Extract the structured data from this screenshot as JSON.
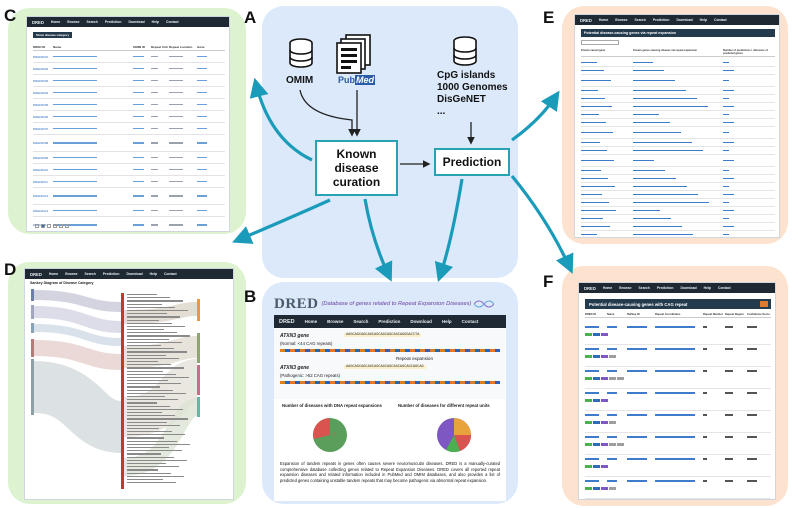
{
  "panels": {
    "A": "A",
    "B": "B",
    "C": "C",
    "D": "D",
    "E": "E",
    "F": "F"
  },
  "sources": {
    "omim": "OMIM",
    "pubmed_pub": "Pub",
    "pubmed_med": "Med",
    "other_lines": [
      "CpG islands",
      "1000 Genomes",
      "DisGeNET"
    ],
    "ellipsis": "..."
  },
  "boxes": {
    "curation": [
      "Known",
      "disease",
      "curation"
    ],
    "prediction": "Prediction"
  },
  "nav": [
    "DRED",
    "Home",
    "Browse",
    "Search",
    "Prediction",
    "Download",
    "Help",
    "Contact"
  ],
  "panelB": {
    "logo": "DRED",
    "subtitle": "(Database of genes related to Repeat Expansion Diseases)",
    "gene1": "ATXN3 gene",
    "normal": "(Normal: <44 CAG repeats)",
    "seq": "AAGCAGCAGCAGCAGCAGCAGCAGCAGGGACCTA",
    "repeat_expansion": "Repeat expansion",
    "gene2": "ATXN3 gene",
    "pathogenic": "(Pathogenic: >52 CAG repeats)",
    "seq2": "AAGCAGCAGCAGCAGCAGCAGCAGCAGCAGCAGCAG",
    "chart1_title": "Number of diseases with DNA repeat expansions",
    "chart2_title": "Number of diseases for different repeat units",
    "description": "Expansion of tandem repeats in genes often causes severe neuromuscular diseases. DRED is a manually-curated comprehensive database collecting genes related to Repeat Expansion Diseases. DRED covers all reported repeat expansion diseases and related information included in PubMed and OMIM databases, and also provides a list of predicted genes containing unstable tandem repeats that may become pathogenic via abnormal repeat expansion."
  },
  "panelC": {
    "filter_label": "Show disease category",
    "columns": [
      "DRED ID",
      "Name",
      "OMIM ID",
      "Repeat Unit",
      "Repeat Location",
      "Gene"
    ],
    "ids": [
      "DRED0001",
      "DRED0002",
      "DRED0003",
      "DRED0004",
      "DRED0005",
      "DRED0006",
      "DRED0007",
      "DRED0008",
      "DRED0009",
      "DRED0010",
      "DRED0011",
      "DRED0012",
      "DRED0013",
      "DRED0014"
    ]
  },
  "panelD": {
    "title": "Sankey Diagram of Disease Category"
  },
  "panelE": {
    "banner": "Potential disease-causing genes via repeat expansion",
    "columns": [
      "Known causal gene",
      "Known genes causing disease via repeat expansion",
      "Number of predictions / reference of predicted genes"
    ]
  },
  "panelF": {
    "banner": "Potential disease-causing genes with CAG repeat",
    "columns": [
      "DRED ID",
      "Name",
      "RefSeq ID",
      "Repeat Coordinates",
      "Repeat Number",
      "Repeat Region",
      "Confidence Score"
    ]
  },
  "colors": {
    "center_panel": "#dbe9fa",
    "left_panels": "#ddf2cf",
    "right_panels": "#fde3cf",
    "arrow": "#1a9bb9",
    "box_border": "#27a3b3",
    "nav": "#1f2933"
  }
}
